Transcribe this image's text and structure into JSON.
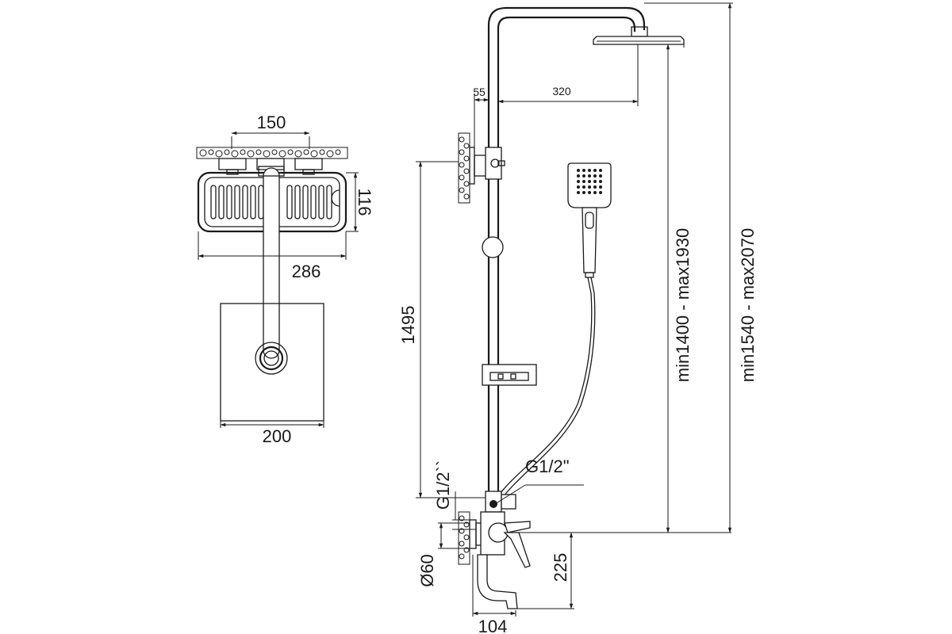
{
  "dimensions": {
    "top_view_width": "150",
    "basket_depth": "116",
    "basket_width": "286",
    "plate_width": "200",
    "rail_offset": "55",
    "arm_reach": "320",
    "holder_height": "1495",
    "outlet_thread": "G1/2\"",
    "inlet_thread": "G1/2``",
    "flange_diameter": "Ø60",
    "spout_height": "225",
    "spout_reach": "104",
    "range_low": "min1400 - max1930",
    "range_high": "min1540 - max2070"
  },
  "colors": {
    "line": "#1a1a1a",
    "background": "#ffffff"
  }
}
